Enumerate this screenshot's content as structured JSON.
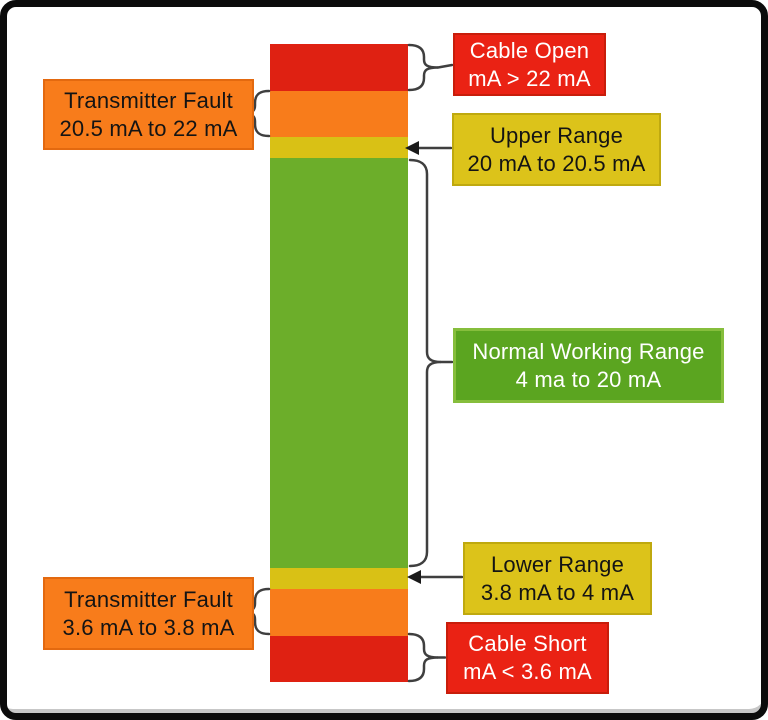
{
  "diagram": {
    "description": "4-20 mA current loop signal range diagram",
    "segments": [
      {
        "id": "cable-open",
        "label": "Cable Open",
        "range": "mA > 22 mA",
        "color": "#df2112"
      },
      {
        "id": "transmitter-fault-upper",
        "label": "Transmitter Fault",
        "range": "20.5 mA to 22 mA",
        "color": "#f87c1b"
      },
      {
        "id": "upper-range",
        "label": "Upper Range",
        "range": "20 mA to 20.5 mA",
        "color": "#d9c115"
      },
      {
        "id": "normal-working-range",
        "label": "Normal Working Range",
        "range": "4 ma to 20 mA",
        "color": "#6cae2a"
      },
      {
        "id": "lower-range",
        "label": "Lower Range",
        "range": "3.8 mA to 4 mA",
        "color": "#d9c115"
      },
      {
        "id": "transmitter-fault-lower",
        "label": "Transmitter Fault",
        "range": "3.6 mA to 3.8 mA",
        "color": "#f87c1b"
      },
      {
        "id": "cable-short",
        "label": "Cable Short",
        "range": "mA < 3.6 mA",
        "color": "#df2112"
      }
    ],
    "connectors": [
      {
        "type": "brace",
        "from": "cable-open-label",
        "to": "red-top-segment"
      },
      {
        "type": "brace",
        "from": "transmitter-fault-upper-label",
        "to": "orange-top-segment"
      },
      {
        "type": "arrow",
        "from": "upper-range-label",
        "to": "yellow-top-segment"
      },
      {
        "type": "brace",
        "from": "normal-working-range-label",
        "to": "green-segment"
      },
      {
        "type": "arrow",
        "from": "lower-range-label",
        "to": "yellow-bottom-segment"
      },
      {
        "type": "brace",
        "from": "transmitter-fault-lower-label",
        "to": "orange-bottom-segment"
      },
      {
        "type": "brace",
        "from": "cable-short-label",
        "to": "red-bottom-segment"
      }
    ]
  },
  "labels": {
    "cable_open": {
      "line1": "Cable Open",
      "line2": "mA > 22 mA"
    },
    "transmitter_fault_upper": {
      "line1": "Transmitter Fault",
      "line2": "20.5 mA to 22 mA"
    },
    "upper_range": {
      "line1": "Upper Range",
      "line2": "20 mA to 20.5 mA"
    },
    "normal_working_range": {
      "line1": "Normal Working Range",
      "line2": "4 ma to 20 mA"
    },
    "lower_range": {
      "line1": "Lower Range",
      "line2": "3.8 mA to 4 mA"
    },
    "transmitter_fault_lower": {
      "line1": "Transmitter Fault",
      "line2": "3.6 mA to 3.8 mA"
    },
    "cable_short": {
      "line1": "Cable Short",
      "line2": "mA < 3.6 mA"
    }
  },
  "colors": {
    "bar_red": "#df2112",
    "bar_orange": "#f87c1b",
    "bar_yellow": "#d9c115",
    "bar_green": "#6cae2a",
    "label_red": "#ea2214",
    "label_orange": "#f87c1b",
    "label_yellow": "#dcc31a",
    "label_green": "#5ba520",
    "connector": "#3f3f3f",
    "frame": "#0b0b0b"
  }
}
